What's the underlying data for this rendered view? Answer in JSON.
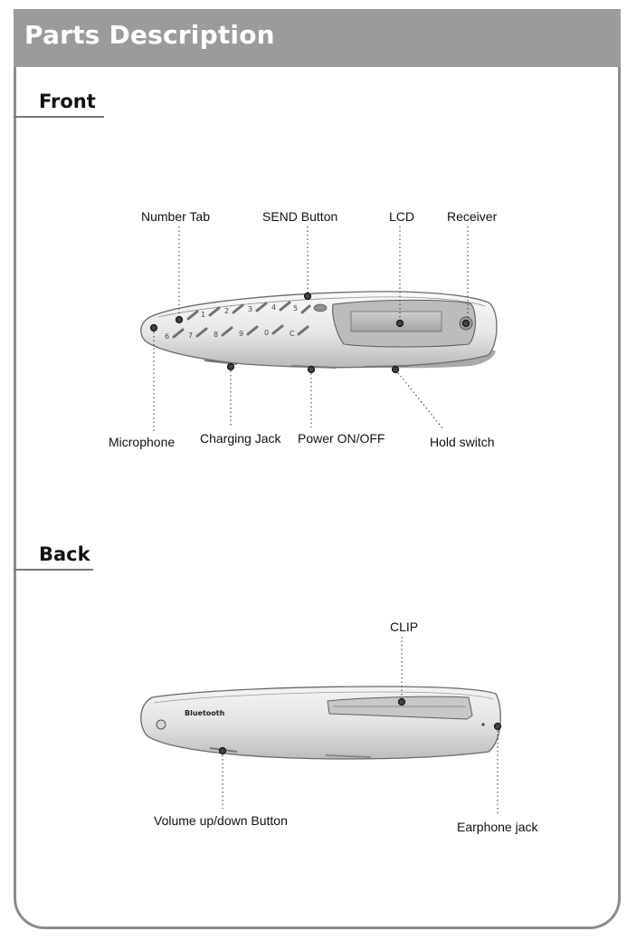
{
  "header": {
    "title": "Parts Description"
  },
  "sections": {
    "front": {
      "title": "Front"
    },
    "back": {
      "title": "Back"
    }
  },
  "front_labels": {
    "number_tab": "Number Tab",
    "send_button": "SEND Button",
    "lcd": "LCD",
    "receiver": "Receiver",
    "microphone": "Microphone",
    "charging_jack": "Charging Jack",
    "power": "Power ON/OFF",
    "hold_switch": "Hold switch"
  },
  "back_labels": {
    "clip": "CLIP",
    "volume": "Volume up/down Button",
    "earphone": "Earphone jack"
  },
  "device": {
    "keypad_top": [
      "1",
      "2",
      "3",
      "4",
      "5"
    ],
    "keypad_bottom": [
      "6",
      "7",
      "8",
      "9",
      "0",
      "C"
    ],
    "brand_mark": "Bluetooth"
  }
}
